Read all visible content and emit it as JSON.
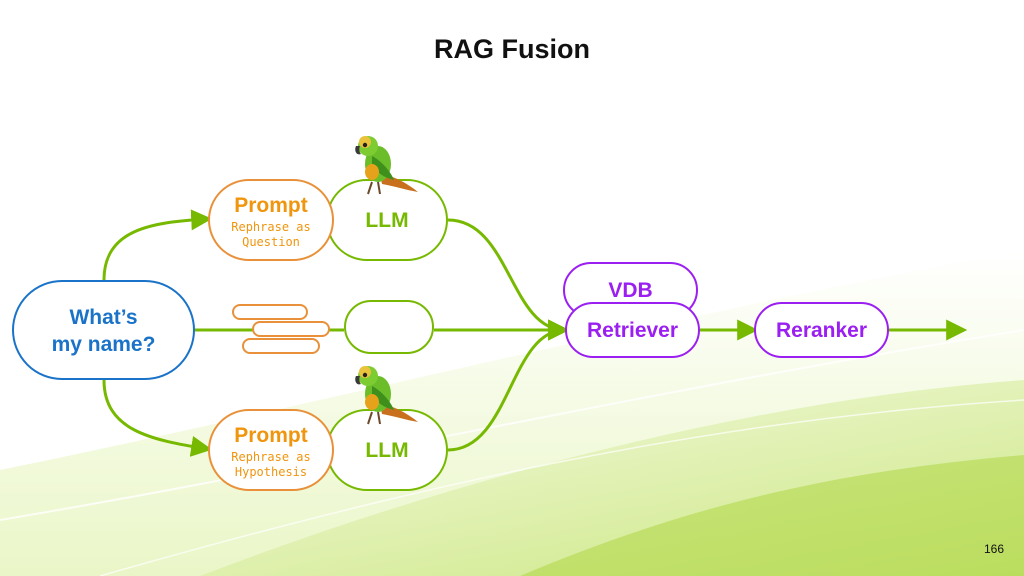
{
  "title": "RAG Fusion",
  "page_number": "166",
  "colors": {
    "query": "#1a73c8",
    "llm": "#76b900",
    "prompt": "#f0950e",
    "retrieval": "#9a1ff0",
    "arrow": "#76b900"
  },
  "nodes": {
    "query": {
      "line1": "What’s",
      "line2": "my name?"
    },
    "prompt_top": {
      "title": "Prompt",
      "line1": "Rephrase as",
      "line2": "Question"
    },
    "prompt_bottom": {
      "title": "Prompt",
      "line1": "Rephrase as",
      "line2": "Hypothesis"
    },
    "llm_top": {
      "label": "LLM",
      "icon": "parrot-icon"
    },
    "llm_bottom": {
      "label": "LLM",
      "icon": "parrot-icon"
    },
    "vdb": {
      "label": "VDB"
    },
    "retriever": {
      "label": "Retriever"
    },
    "reranker": {
      "label": "Reranker"
    }
  }
}
